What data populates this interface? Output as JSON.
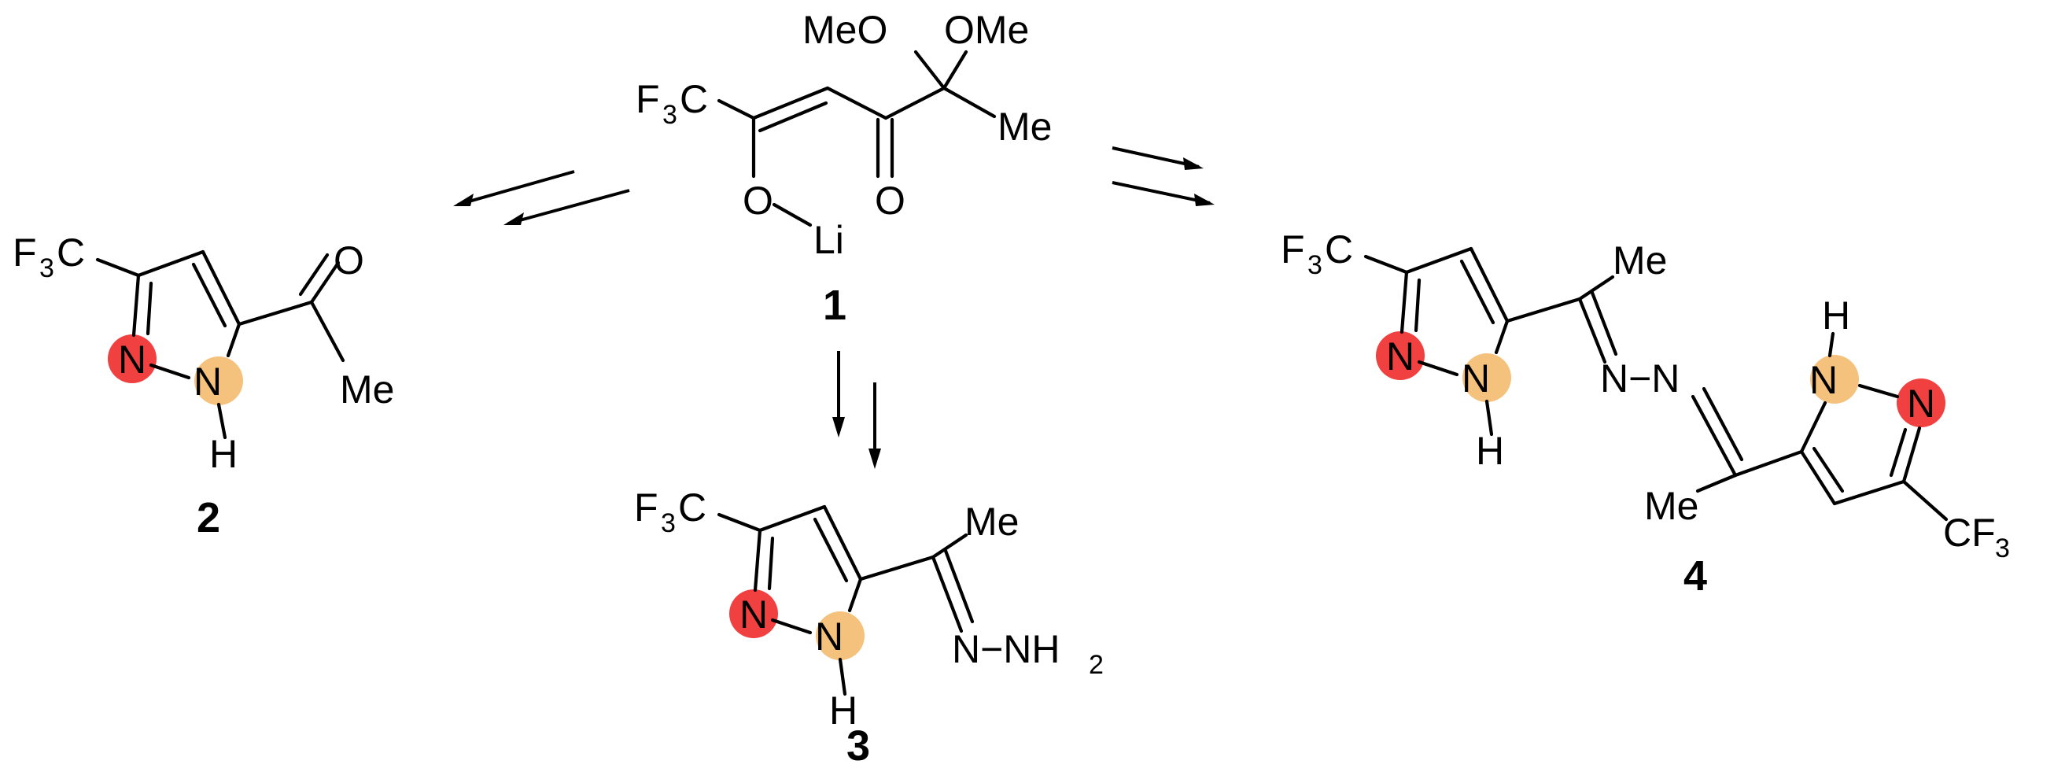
{
  "highlight_colors": {
    "pyrazole_N": "#f04040",
    "pyrazole_NH": "#f5c27e"
  },
  "compounds": {
    "c1": {
      "number": "1",
      "labels": {
        "cf3": "F",
        "cf3_sub": "3",
        "cf3_c": "C",
        "ome_left": "MeO",
        "ome_right": "OMe",
        "me": "Me",
        "o_keto": "O",
        "o_enol": "O",
        "li": "Li"
      }
    },
    "c2": {
      "number": "2",
      "labels": {
        "cf3": "F",
        "cf3_sub": "3",
        "cf3_c": "C",
        "n": "N",
        "nh": "N",
        "h": "H",
        "o": "O",
        "me": "Me"
      }
    },
    "c3": {
      "number": "3",
      "labels": {
        "cf3": "F",
        "cf3_sub": "3",
        "cf3_c": "C",
        "n": "N",
        "nh": "N",
        "h": "H",
        "me": "Me",
        "hydrazone": "N−NH",
        "h2_sub": "2"
      }
    },
    "c4": {
      "number": "4",
      "labels": {
        "cf3_left": "F",
        "cf3_left_sub": "3",
        "cf3_left_c": "C",
        "n_left": "N",
        "nh_left": "N",
        "h_left": "H",
        "me_top": "Me",
        "azine": "N−N",
        "h_right": "H",
        "nh_right": "N",
        "n_right": "N",
        "me_bottom": "Me",
        "cf3_right": "CF",
        "cf3_right_sub": "3"
      }
    }
  }
}
